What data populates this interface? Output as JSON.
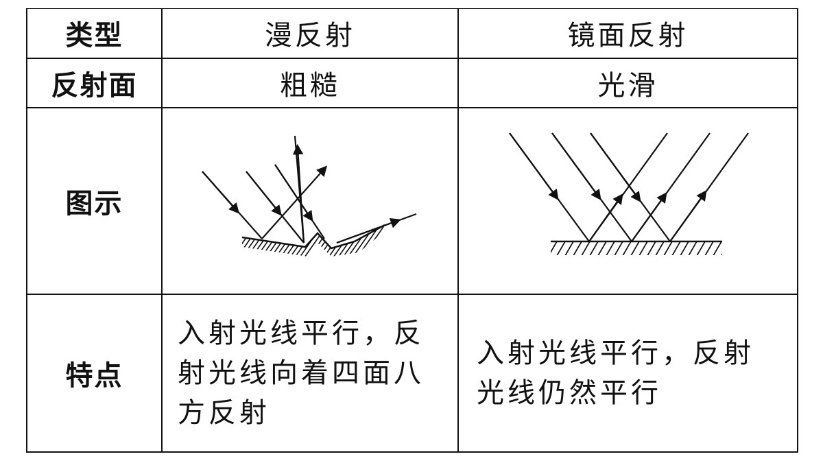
{
  "header": {
    "type_label": "类型",
    "diffuse_title": "漫反射",
    "specular_title": "镜面反射"
  },
  "surface_row": {
    "label": "反射面",
    "diffuse": "粗糙",
    "specular": "光滑"
  },
  "diagram_row": {
    "label": "图示"
  },
  "feature_row": {
    "label": "特点",
    "diffuse": "入射光线平行，反射光线向着四面八方反射",
    "specular": "入射光线平行，反射光线仍然平行"
  }
}
